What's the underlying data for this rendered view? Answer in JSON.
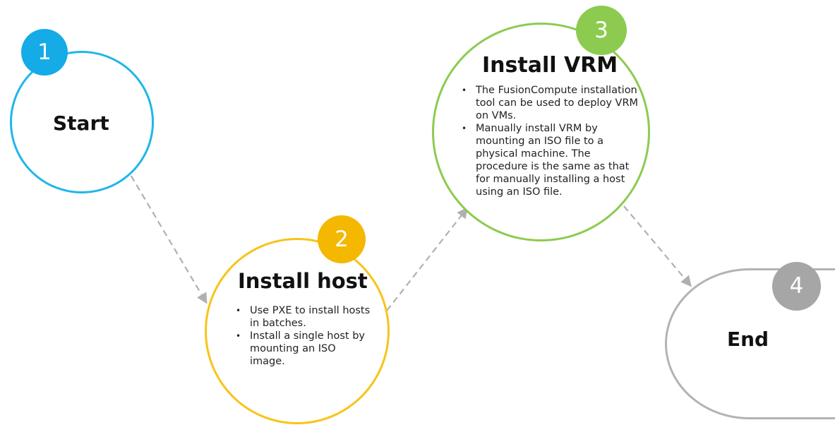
{
  "steps": [
    {
      "number": "1",
      "title": "Start",
      "bullets": [],
      "color": "#1fb6ea"
    },
    {
      "number": "2",
      "title": "Install host",
      "bullets": [
        "Use PXE to install hosts in batches.",
        "Install a single host by mounting an ISO image."
      ],
      "color": "#f4b800"
    },
    {
      "number": "3",
      "title": "Install VRM",
      "bullets": [
        "The FusionCompute installation tool can be used to deploy VRM on VMs.",
        "Manually install VRM by mounting an ISO file to a physical machine. The procedure is the same as that for manually installing a host using an ISO file."
      ],
      "color": "#8dcb50"
    },
    {
      "number": "4",
      "title": "End",
      "bullets": [],
      "color": "#a6a6a6"
    }
  ],
  "connector_color": "#b0b0b0"
}
